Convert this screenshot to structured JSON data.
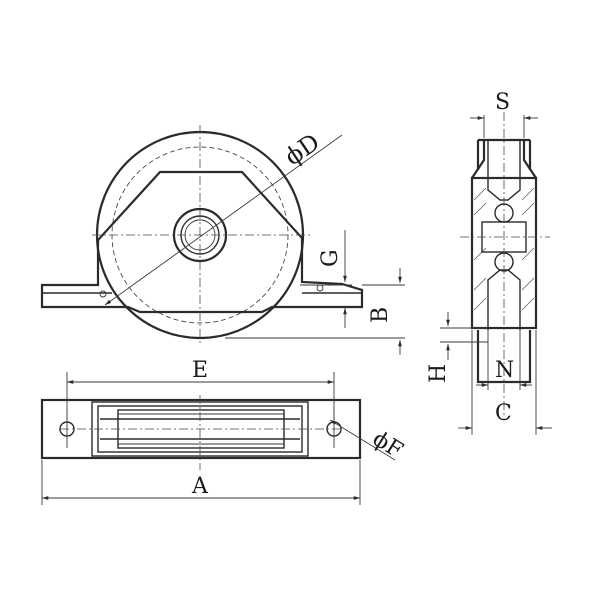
{
  "labels": {
    "S": "S",
    "D": "ϕD",
    "G": "G",
    "B": "B",
    "H": "H",
    "N": "N",
    "C": "C",
    "E": "E",
    "F": "ϕF",
    "A": "A"
  }
}
